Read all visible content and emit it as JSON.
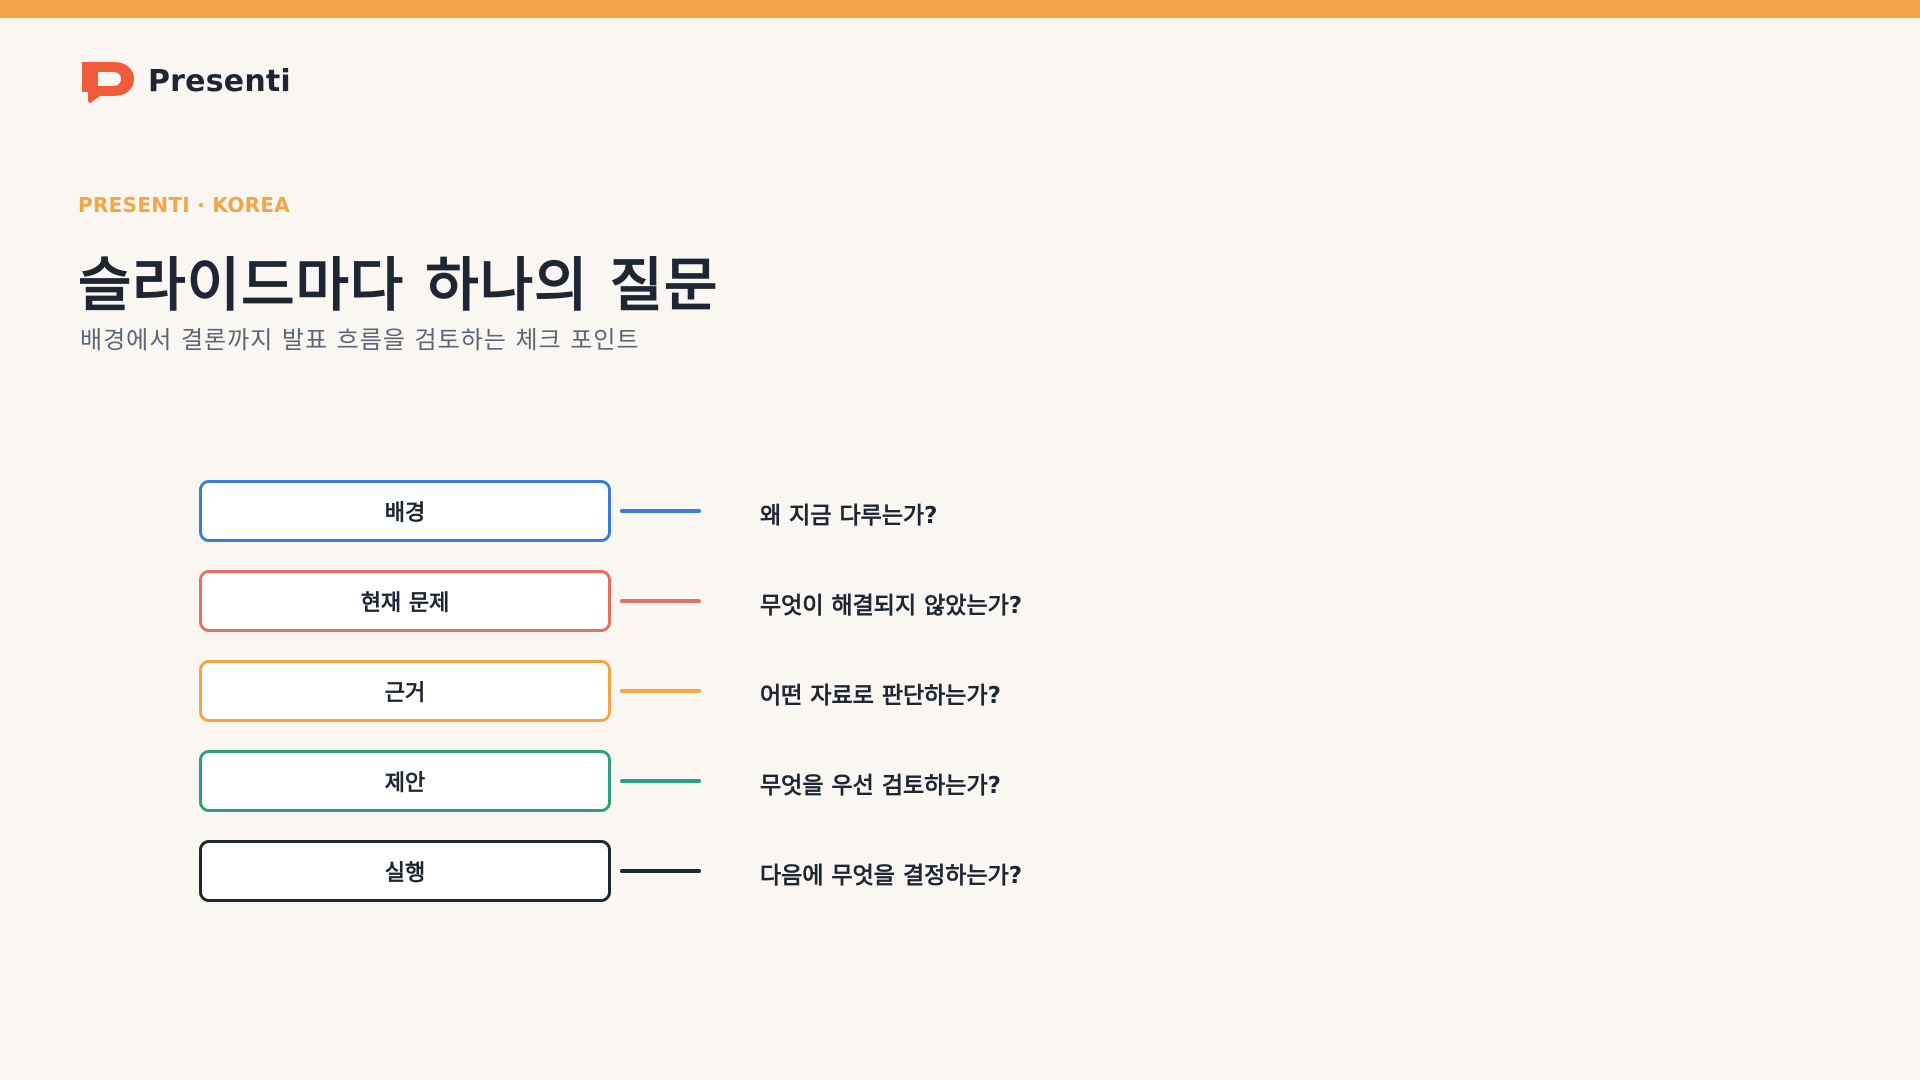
{
  "brand": {
    "name": "Presenti",
    "accent": "#F4A548",
    "logo_color": "#F25A3C",
    "logo_icon": "presenti-logo-icon"
  },
  "eyebrow": "PRESENTI · KOREA",
  "title": "슬라이드마다 하나의 질문",
  "subtitle": "배경에서 결론까지 발표 흐름을 검토하는 체크 포인트",
  "stages": [
    {
      "label": "배경",
      "question": "왜 지금 다루는가?",
      "color": "#3B7BE0"
    },
    {
      "label": "현재 문제",
      "question": "무엇이 해결되지 않았는가?",
      "color": "#E8705E"
    },
    {
      "label": "근거",
      "question": "어떤 자료로 판단하는가?",
      "color": "#F4A548"
    },
    {
      "label": "제안",
      "question": "무엇을 우선 검토하는가?",
      "color": "#2E9E80"
    },
    {
      "label": "실행",
      "question": "다음에 무엇을 결정하는가?",
      "color": "#1E2633"
    }
  ]
}
